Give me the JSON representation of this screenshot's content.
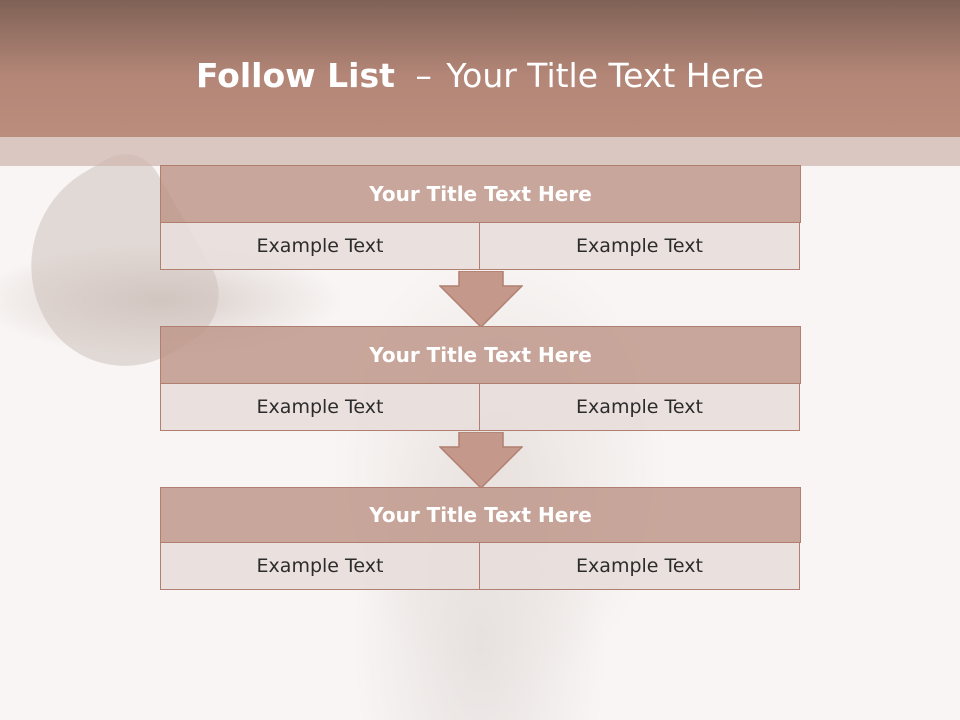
{
  "slide": {
    "title_bold": "Follow List",
    "title_separator": "–",
    "title_rest": "Your Title Text Here"
  },
  "blocks": [
    {
      "title": "Your Title Text Here",
      "cells": [
        "Example Text",
        "Example Text"
      ]
    },
    {
      "title": "Your Title Text Here",
      "cells": [
        "Example Text",
        "Example Text"
      ]
    },
    {
      "title": "Your Title Text Here",
      "cells": [
        "Example Text",
        "Example Text"
      ]
    }
  ],
  "colors": {
    "header": "#b38677",
    "block_title_fill": "#bf9689",
    "cell_fill": "#e8dedb",
    "border": "#b07f70",
    "arrow_fill": "#c4998b"
  }
}
